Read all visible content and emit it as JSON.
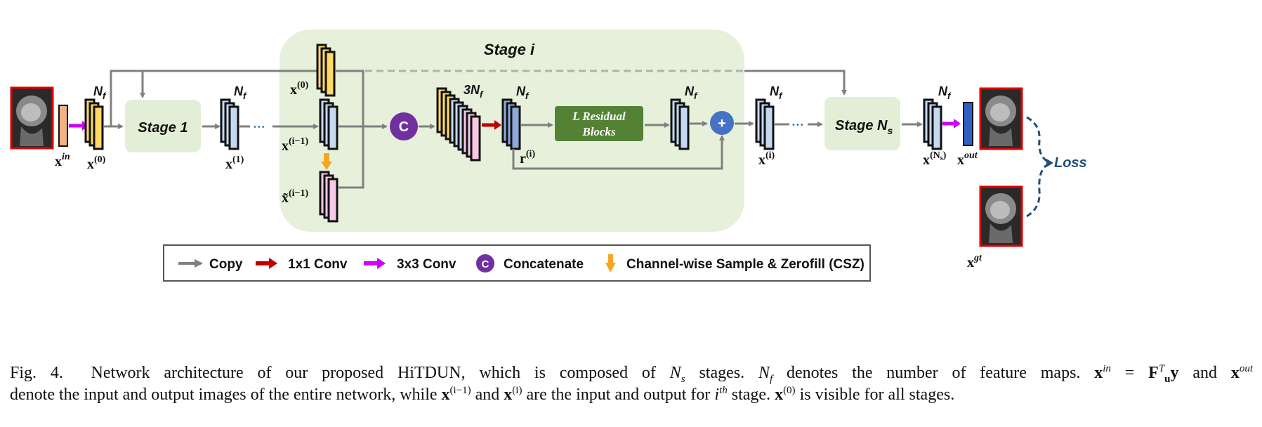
{
  "labels": {
    "stage_i": "Stage i",
    "stage_1": "Stage 1",
    "stage_ns_main": "Stage N",
    "stage_ns_sub": "s",
    "residual_line1": "L Residual",
    "residual_line2": "Blocks",
    "nf_base": "N",
    "nf_sub": "f",
    "three_nf_base": "3N",
    "concat_symbol": "C",
    "add_symbol": "+",
    "loss": "Loss",
    "ellipsis": "•••",
    "x_in": "in",
    "x_0": "(0)",
    "x_1": "(1)",
    "x_i_minus_1": "(i−1)",
    "x_tilde_i_minus_1": "(i−1)",
    "r_i": "(i)",
    "x_i": "(i)",
    "x_ns_open": "(N",
    "x_ns_sub": "s",
    "x_ns_close": ")",
    "x_out": "out",
    "x_gt": "gt"
  },
  "legend": {
    "copy": "Copy",
    "conv1x1": "1x1 Conv",
    "conv3x3": "3x3 Conv",
    "concat": "Concatenate",
    "csz": "Channel-wise Sample & Zerofill (CSZ)"
  },
  "colors": {
    "stage_bg": "#e7f0da",
    "stage_box": "#e3eed6",
    "copy_arrow": "#808080",
    "conv1x1_arrow": "#c00000",
    "conv3x3_arrow": "#cc00ff",
    "concat_circle": "#7030a0",
    "add_circle": "#4472c4",
    "csz_arrow": "#f5a623",
    "residual_box": "#548235",
    "yellow_map": "#ffd966",
    "blue_map": "#c5d9f1",
    "pink_map": "#f8c8e8",
    "mid_blue_map": "#8eaadb",
    "dark_blue_map": "#2f5fc4",
    "orange_map": "#f4b183",
    "loss_text": "#1f4e79",
    "image_border": "#e00000"
  },
  "caption": {
    "fig_label": "Fig. 4.",
    "part1": "Network architecture of our proposed HiTDUN, which is composed of",
    "ns_base": "N",
    "ns_sub": "s",
    "part2": "stages.",
    "nf_base": "N",
    "nf_sub": "f",
    "part3": "denotes the number of feature maps.",
    "eq_x_in": "x",
    "eq_in_sup": "in",
    "eq_equals": "=",
    "eq_F": "F",
    "eq_F_sup": "T",
    "eq_F_sub": "u",
    "eq_y": "y",
    "part4": "and",
    "eq_x_out": "x",
    "eq_out_sup": "out",
    "part5": "denote the input and output images of the entire network, while",
    "l2_x1": "x",
    "l2_x1_sup": "(i−1)",
    "part6": "and",
    "l2_x2": "x",
    "l2_x2_sup": "(i)",
    "part7": "are the input and output for",
    "l2_i": "i",
    "l2_i_sup": "th",
    "part8": "stage.",
    "l2_x0": "x",
    "l2_x0_sup": "(0)",
    "part9": "is visible for all stages."
  }
}
